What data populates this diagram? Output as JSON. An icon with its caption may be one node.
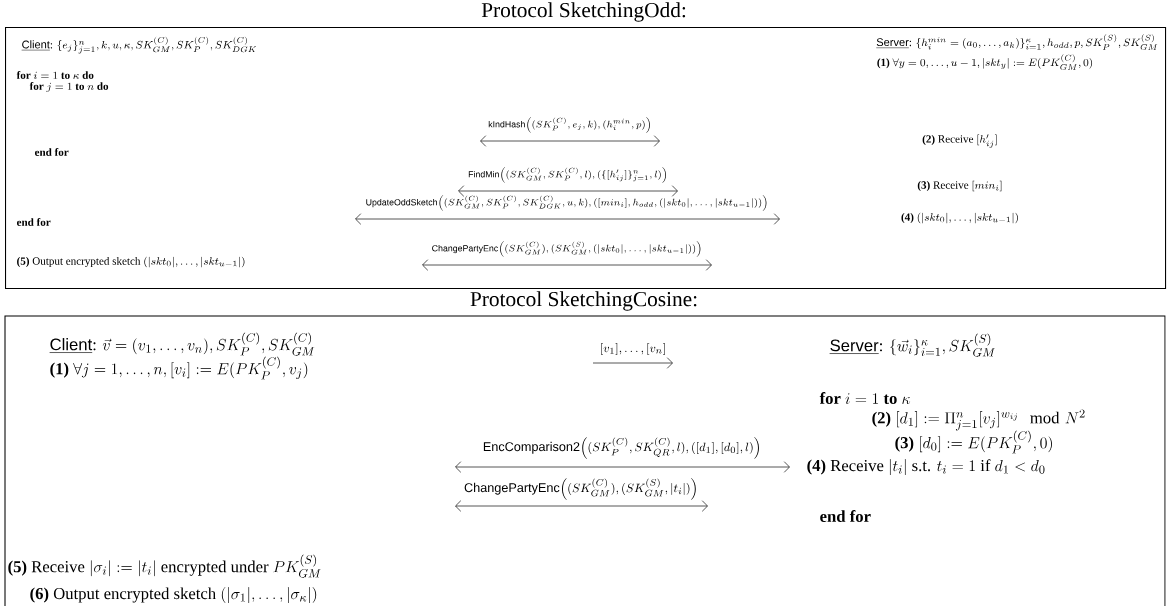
{
  "diagram": {
    "nodes": [
      {
        "text": [
          "Protocol SketchingOdd:"
        ]
      },
      {
        "text": [
          "Protocol SketchingCosine:"
        ]
      }
    ],
    "labels": [
      "\\underline{\\textsf{Client}}\\text{: } \\{e_j\\}_{j=1}^n, k, u, \\kappa, SK_{GM}^{(C)}, SK_P^{(C)}, SK_{DGK}^{(C)}",
      "\\underline{\\textsf{Server}}\\text{: } \\{h_i^{min}=(a_0,\\ldots,a_k)\\}_{i=1}^{\\kappa}, h_{odd}, p, SK_P^{(S)}, SK_{GM}^{(S)}",
      "\\textbf{(1)}\\ \\forall y=0,\\ldots,u-1, |skt_y| := E(PK_{GM}^{(C)},0)",
      "\\textbf{for } i=1 \\textbf{ to } \\kappa \\textbf{ do}",
      "\\textbf{for } j=1 \\textbf{ to } n \\textbf{ do}",
      "\\textsf{kIndHash}\\Big((SK_P^{(C)},e_j,k),(h_i^{min},p)\\Big)",
      "\\textbf{(2)} \\text{ Receive } [h'_{ij}]",
      "\\textbf{end for}",
      "\\textsf{FindMin}\\Big((SK_{GM}^{(C)},SK_P^{(C)},l),(\\{[h'_{ij}]\\}_{j=1}^n,l)\\Big)",
      "\\textbf{(3)} \\text{ Receive } [min_i]",
      "\\textsf{UpdateOddSketch}\\Big((SK_{GM}^{(C)},SK_P^{(C)},SK_{DGK}^{(C)},u,k),([min_i],h_{odd},(|skt_0|,\\ldots,|skt_{u-1}|))\\Big)",
      "\\textbf{(4)}\\ (|skt_0|,\\ldots,|skt_{u-1}|)",
      "\\textbf{end for}",
      "\\textsf{ChangePartyEnc}\\Big((SK_{GM}^{(C)}),(SK_{GM}^{(S)},(|skt_0|,\\ldots,|skt_{u-1}|))\\Big)",
      "\\textbf{(5)} \\text{ Output encrypted sketch } (|skt_0|,\\ldots,|skt_{u-1}|)",
      "\\underline{\\textsf{Client}}\\text{: } \\vec{v}=(v_1,\\ldots,v_n), SK_P^{(C)}, SK_{GM}^{(C)}",
      "\\underline{\\textsf{Server}}\\text{: } \\{\\vec{w}_i\\}_{i=1}^{\\kappa}, SK_{GM}^{(S)}",
      "\\textbf{(1)}\\ \\forall j=1,\\ldots,n,[v_i] := E(PK_P^{(C)},v_j)",
      "[v_1],\\ldots,[v_n]",
      "\\textbf{for } i=1 \\textbf{ to } \\kappa",
      "\\textbf{(2)}\\ [d_1] := \\Pi_{j=1}^n [v_j]^{w_{ij}} \\mod N^2",
      "\\textbf{(3)}\\ [d_0] := E(PK_P^{(C)},0)",
      "\\textsf{EncComparison2}\\Big((SK_P^{(C)},SK_{QR}^{(C)},l),([d_1],[d_0],l)\\Big)",
      "\\textbf{(4)} \\text{ Receive } |t_i| \\text{ s.t. } t_i=1 \\text{ if } d_1<d_0",
      "\\textsf{ChangePartyEnc}\\Big((SK_{GM}^{(C)}),(SK_{GM}^{(S)},|t_i|)\\Big)",
      "\\textbf{end for}",
      "\\textbf{(5)} \\text{ Receive } |\\sigma_i| := |t_i| \\text{ encrypted under } PK_{GM}^{(S)}",
      "\\textbf{(6)} \\text{ Output encrypted sketch } (|\\sigma_1|,\\ldots,|\\sigma_\\kappa|)"
    ]
  }
}
